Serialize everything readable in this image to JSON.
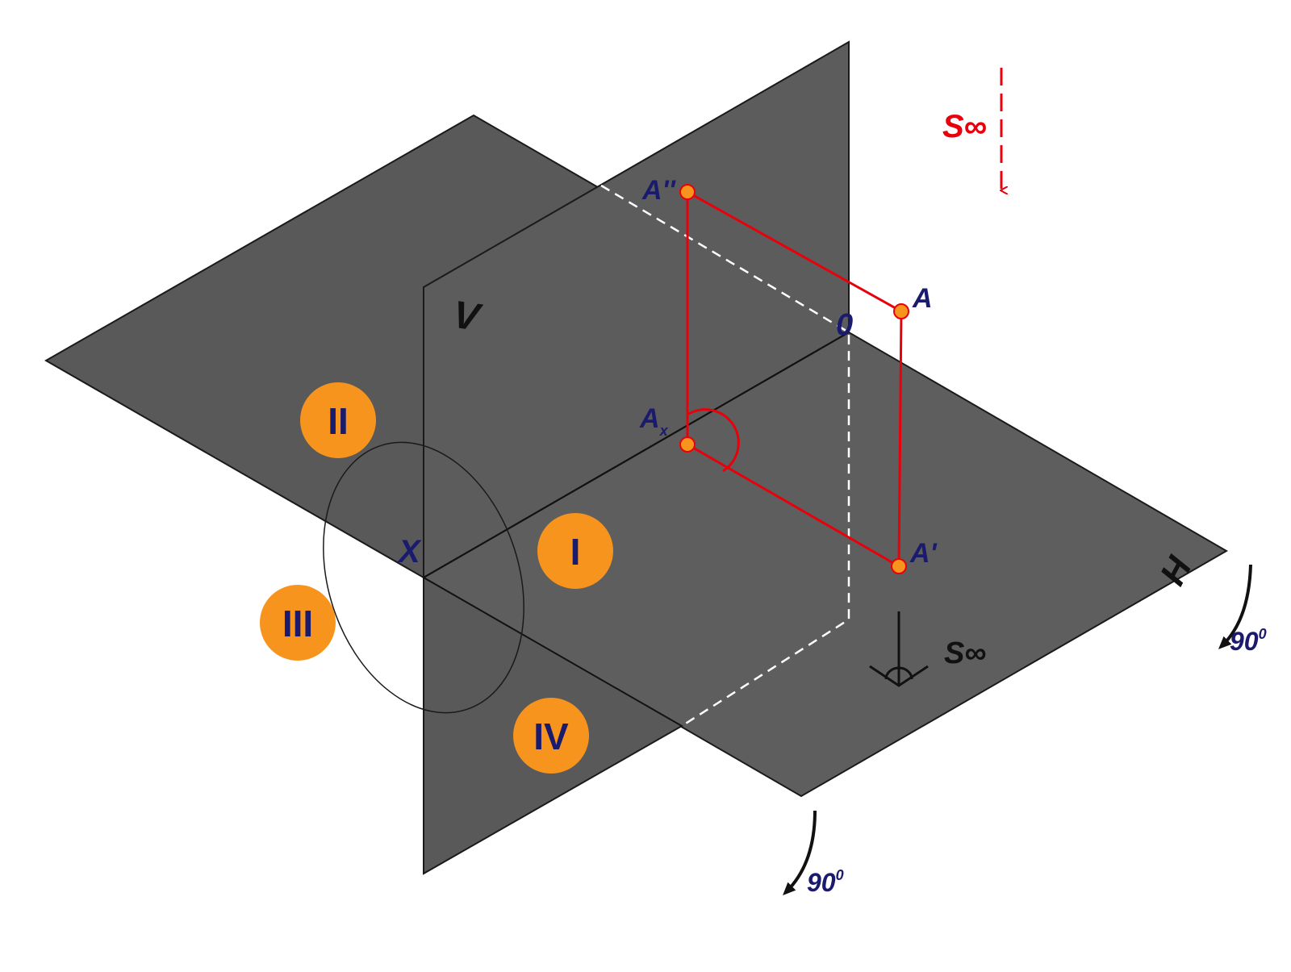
{
  "colors": {
    "plane_fill": "#595959",
    "plane_edge": "#1a1a1a",
    "projection_line": "#e8000b",
    "point_fill": "#f7941d",
    "quadrant_badge": "#f7941d",
    "label_navy": "#1b1b6e",
    "label_red": "#e8000b",
    "hidden_edge": "#ffffff"
  },
  "planes": {
    "vertical_label": "V",
    "horizontal_label": "H"
  },
  "axis": {
    "label": "X",
    "origin_label": "0"
  },
  "points": {
    "point": "A",
    "frontal_projection": "A''",
    "horizontal_projection": "A'",
    "axis_point": "A",
    "axis_point_subscript": "x"
  },
  "projection_direction": {
    "label_top": "S∞",
    "label_bottom": "S∞"
  },
  "quadrants": [
    "I",
    "II",
    "III",
    "IV"
  ],
  "rotations": {
    "right": "90",
    "bottom": "90",
    "superscript": "0"
  }
}
